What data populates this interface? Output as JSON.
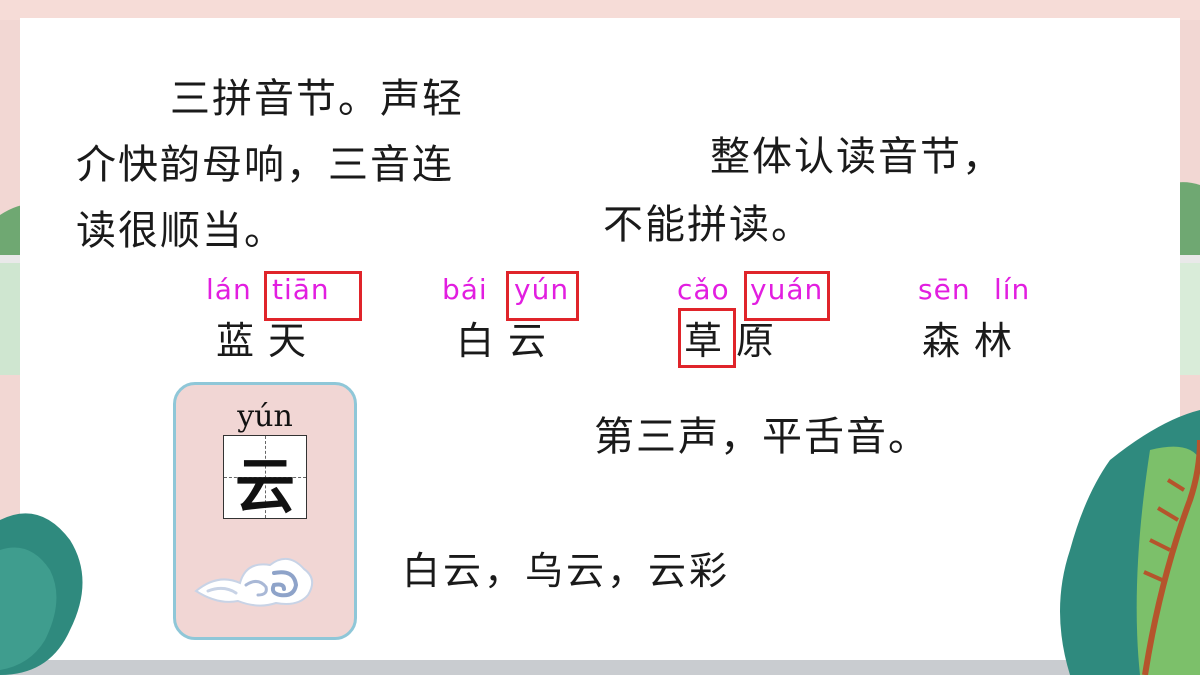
{
  "left_poem": [
    "三拼音节。声轻",
    "介快韵母响，三音连",
    "读很顺当。"
  ],
  "right_poem": [
    "整体认读音节，",
    "不能拼读。"
  ],
  "words": [
    {
      "py1": "lán",
      "py2": "tiān",
      "hz": "蓝天"
    },
    {
      "py1": "bái",
      "py2": "yún",
      "hz": "白云"
    },
    {
      "py1": "cǎo",
      "py2": "yuán",
      "hz": "草原"
    },
    {
      "py1": "sēn",
      "py2": "lín",
      "hz": "森林"
    }
  ],
  "card": {
    "pinyin": "yún",
    "character": "云"
  },
  "tone_note": "第三声，平舌音。",
  "phrases": "白云，乌云，云彩",
  "colors": {
    "pinyin": "#e21ee0",
    "highlight_box": "#e0242a",
    "card_bg": "#f1d6d4",
    "card_border": "#8fc7d8"
  }
}
